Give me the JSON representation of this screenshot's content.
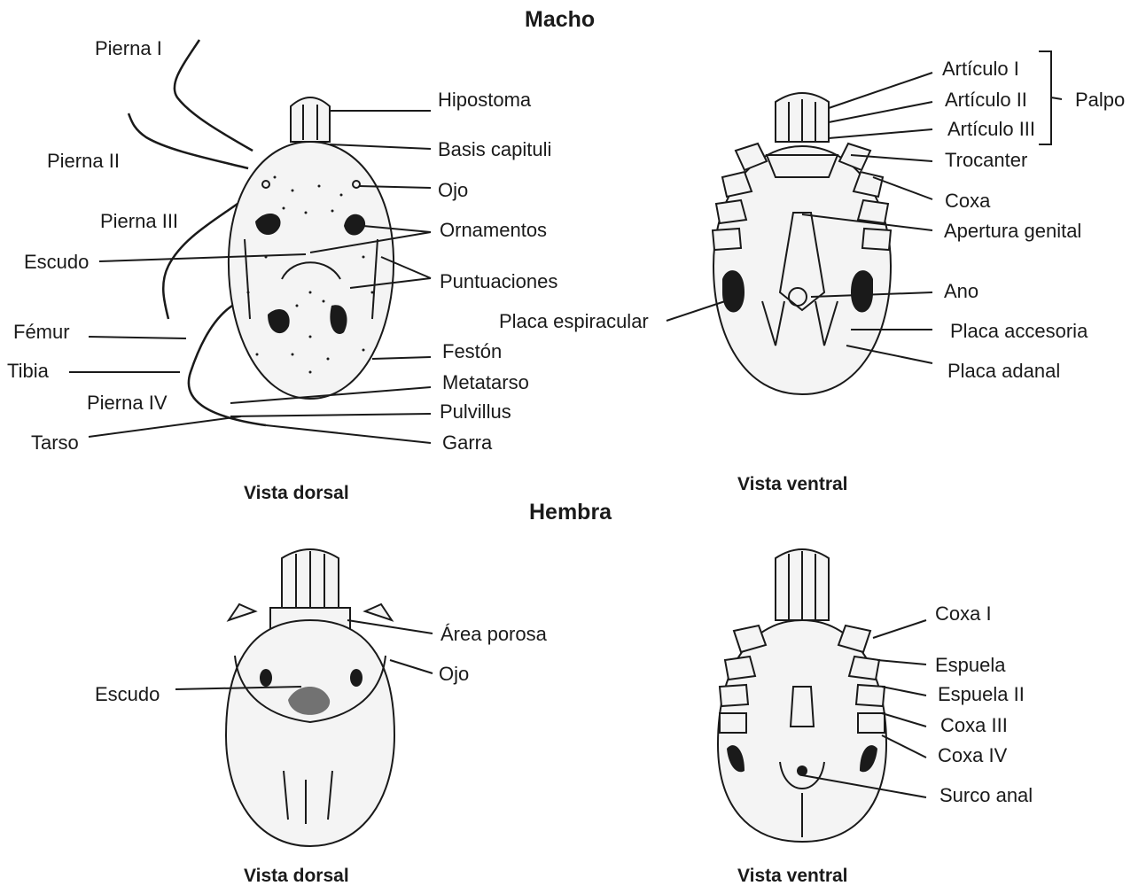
{
  "male": {
    "title": "Macho",
    "dorsal": {
      "caption": "Vista dorsal",
      "labels": {
        "pierna_i": "Pierna I",
        "pierna_ii": "Pierna II",
        "pierna_iii": "Pierna III",
        "escudo": "Escudo",
        "femur": "Fémur",
        "tibia": "Tibia",
        "pierna_iv": "Pierna IV",
        "tarso": "Tarso",
        "hipostoma": "Hipostoma",
        "basis_capituli": "Basis capituli",
        "ojo": "Ojo",
        "ornamentos": "Ornamentos",
        "puntuaciones": "Puntuaciones",
        "feston": "Festón",
        "metatarso": "Metatarso",
        "pulvillus": "Pulvillus",
        "garra": "Garra"
      }
    },
    "ventral": {
      "caption": "Vista ventral",
      "labels": {
        "articulo_i": "Artículo I",
        "articulo_ii": "Artículo II",
        "articulo_iii": "Artículo III",
        "palpo": "Palpo",
        "trocanter": "Trocanter",
        "coxa": "Coxa",
        "apertura_genital": "Apertura genital",
        "ano": "Ano",
        "placa_espiracular": "Placa espiracular",
        "placa_accesoria": "Placa accesoria",
        "placa_adanal": "Placa adanal"
      }
    }
  },
  "female": {
    "title": "Hembra",
    "dorsal": {
      "caption": "Vista dorsal",
      "labels": {
        "area_porosa": "Área porosa",
        "ojo": "Ojo",
        "escudo": "Escudo"
      }
    },
    "ventral": {
      "caption": "Vista ventral",
      "labels": {
        "coxa_i": "Coxa I",
        "espuela": "Espuela",
        "espuela_ii": "Espuela II",
        "coxa_iii": "Coxa III",
        "coxa_iv": "Coxa IV",
        "surco_anal": "Surco anal"
      }
    }
  }
}
